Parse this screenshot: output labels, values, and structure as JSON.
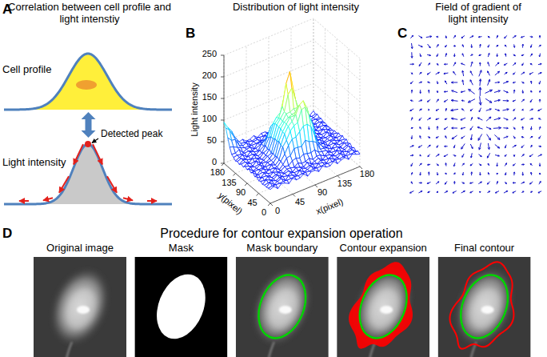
{
  "diagram": {
    "nodes": [
      {
        "text": [
          "Cell profile"
        ]
      },
      {
        "text": [
          "Light intensity"
        ]
      },
      {
        "text": [
          "Original image"
        ]
      },
      {
        "text": [
          "Mask"
        ]
      },
      {
        "text": [
          "Mask boundary"
        ]
      },
      {
        "text": [
          "Contour expansion"
        ]
      },
      {
        "text": [
          "Final contour"
        ]
      }
    ],
    "edges": [
      {
        "from": 0,
        "to": 1,
        "arrow": "both"
      }
    ],
    "labels": [
      "A",
      "Correlation between cell profile and light intenstiy",
      "Detected peak",
      "B",
      "Distribution of light intensity",
      "Light intensity",
      "250",
      "200",
      "150",
      "100",
      "50",
      "0",
      "180",
      "135",
      "90",
      "45",
      "0",
      "y(pixel)",
      "0",
      "45",
      "90",
      "135",
      "180",
      "x(pixel)",
      "C",
      "Field of gradient of light intensity",
      "D",
      "Procedure for contour expansion operation"
    ]
  }
}
